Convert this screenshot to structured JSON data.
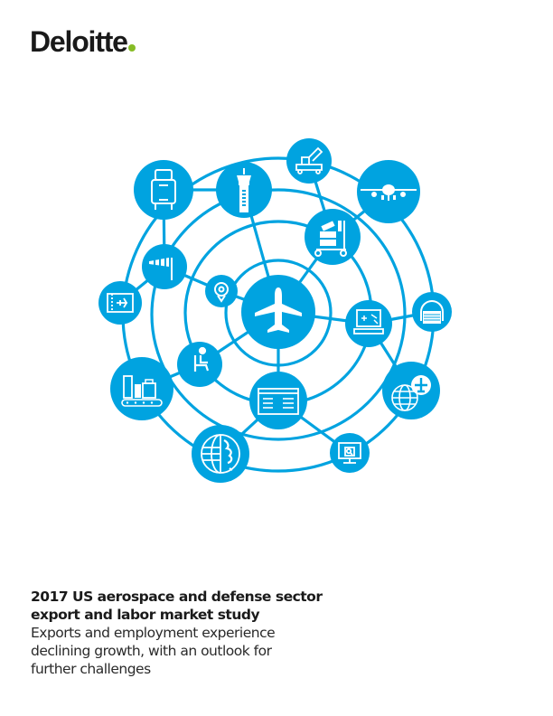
{
  "brand": {
    "name": "Deloitte",
    "dot_color": "#86BC25"
  },
  "colors": {
    "primary_blue": "#00A3E0",
    "text": "#1a1a1a",
    "background": "#ffffff"
  },
  "illustration": {
    "description": "Concentric-ring network diagram of aviation icons connected to a central airplane",
    "center_node": {
      "icon": "airplane-icon"
    },
    "nodes": [
      {
        "icon": "rolling-luggage-icon"
      },
      {
        "icon": "control-tower-icon"
      },
      {
        "icon": "boarding-stairs-truck-icon"
      },
      {
        "icon": "jet-front-view-icon"
      },
      {
        "icon": "luggage-cart-icon"
      },
      {
        "icon": "windsock-icon"
      },
      {
        "icon": "boarding-pass-icon"
      },
      {
        "icon": "location-pin-icon"
      },
      {
        "icon": "radar-computer-icon"
      },
      {
        "icon": "hangar-icon"
      },
      {
        "icon": "passenger-seat-icon"
      },
      {
        "icon": "baggage-conveyor-icon"
      },
      {
        "icon": "departures-board-icon"
      },
      {
        "icon": "globe-airplane-icon"
      },
      {
        "icon": "globe-icon"
      },
      {
        "icon": "monitor-search-icon"
      }
    ]
  },
  "cover": {
    "title_line1": "2017 US aerospace and defense sector",
    "title_line2": "export and labor market study",
    "subtitle_line1": "Exports and employment experience",
    "subtitle_line2": "declining growth, with an outlook for",
    "subtitle_line3": "further challenges"
  }
}
